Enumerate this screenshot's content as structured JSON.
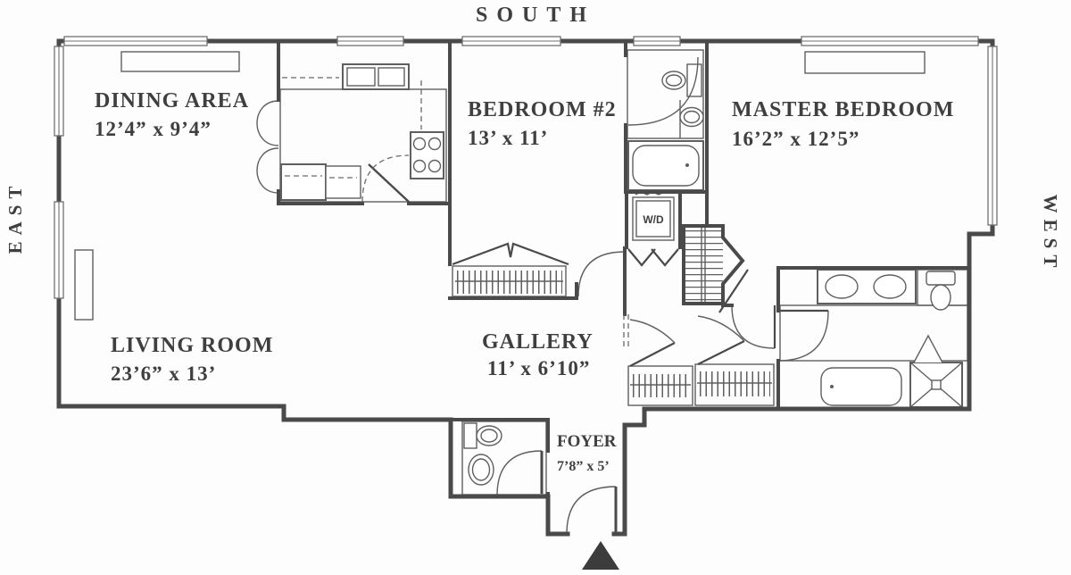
{
  "title": "Apartment floor plan",
  "compass": {
    "south": "SOUTH",
    "east": "EAST",
    "west": "WEST"
  },
  "rooms": {
    "dining": {
      "name": "DINING AREA",
      "dims": "12’4” x 9’4”"
    },
    "bedroom2": {
      "name": "BEDROOM #2",
      "dims": "13’ x 11’"
    },
    "master": {
      "name": "MASTER BEDROOM",
      "dims": "16’2” x 12’5”"
    },
    "living": {
      "name": "LIVING ROOM",
      "dims": "23’6” x 13’"
    },
    "gallery": {
      "name": "GALLERY",
      "dims": "11’ x 6’10”"
    },
    "foyer": {
      "name": "FOYER",
      "dims": "7’8” x 5’"
    }
  },
  "fixtures": {
    "washer_dryer": "W/D"
  },
  "colors": {
    "wall": "#4a4a4a",
    "fixture_line": "#5f5f5f",
    "text": "#3f3f3f",
    "tile_line": "#8a8a8a",
    "entry_marker": "#3c3c3c",
    "background": "#fdfdfd"
  }
}
